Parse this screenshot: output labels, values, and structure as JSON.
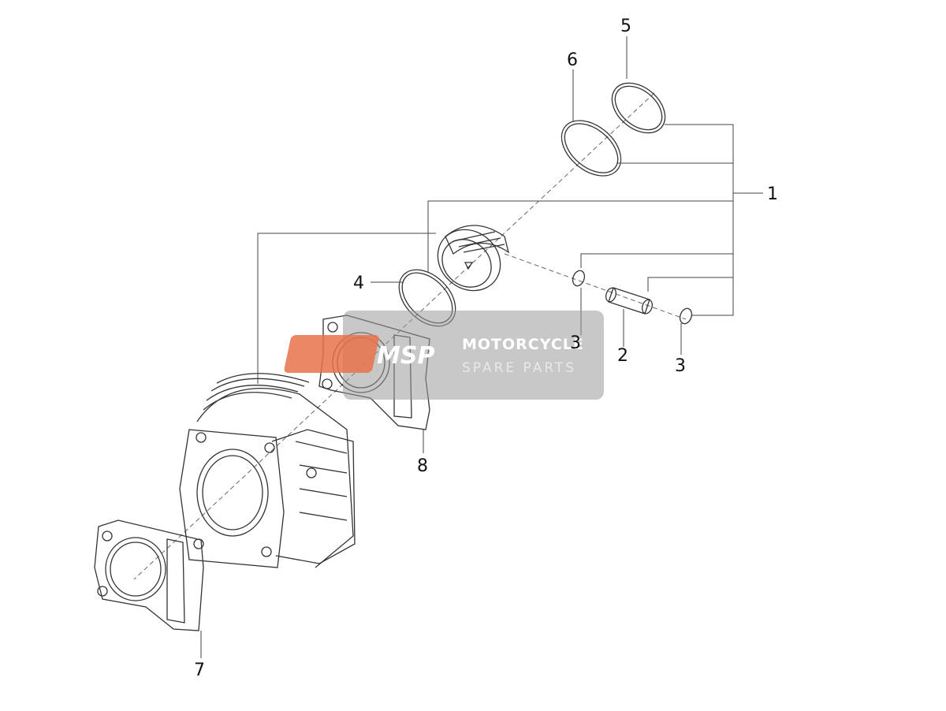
{
  "callouts": {
    "c1": "1",
    "c2": "2",
    "c3a": "3",
    "c3b": "3",
    "c4": "4",
    "c5": "5",
    "c6": "6",
    "c7": "7",
    "c8": "8"
  },
  "watermark": {
    "logo": "MSP",
    "title": "MOTORCYCLE",
    "subtitle": "SPARE PARTS",
    "logo_color": "#e8724a",
    "band_color": "#9a9a9a"
  }
}
